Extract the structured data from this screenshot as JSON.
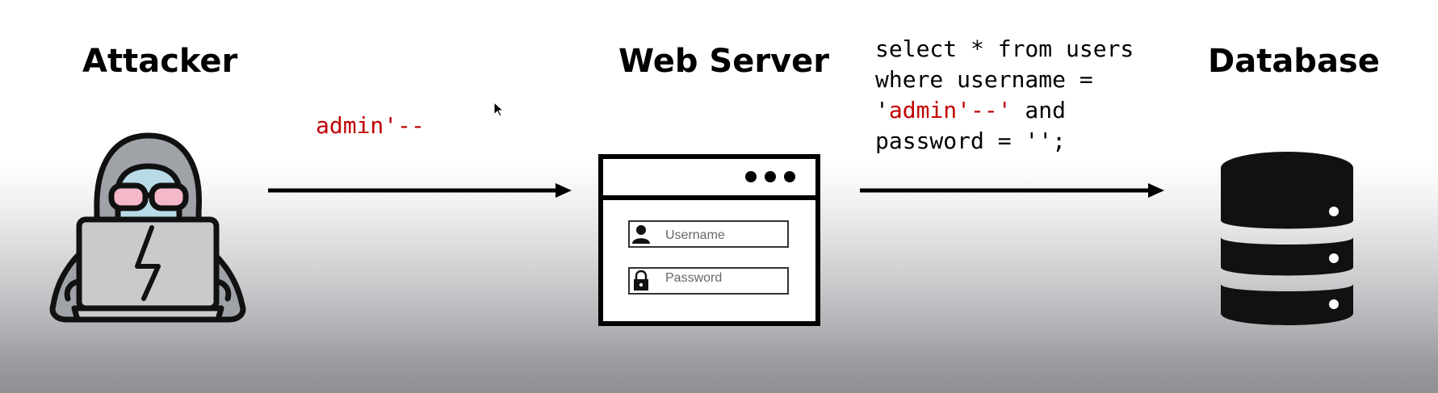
{
  "attacker": {
    "title": "Attacker"
  },
  "web_server": {
    "title": "Web Server",
    "username_placeholder": "Username",
    "password_placeholder": "Password"
  },
  "database": {
    "title": "Database"
  },
  "payload": {
    "text": "admin'--"
  },
  "query": {
    "line1": "select * from users",
    "line2": "where username =",
    "line3_open_quote": "'",
    "line3_injected": "admin'--'",
    "line3_rest": " and",
    "line4": "password = '';"
  },
  "colors": {
    "injection": "#c00000",
    "ink": "#000000",
    "glasses": "#f4b8c8",
    "laptop": "#c9cacc",
    "hood": "#9fa3a8"
  },
  "icons": [
    "hacker-icon",
    "browser-login-icon",
    "database-icon",
    "user-icon",
    "lock-icon",
    "cursor-icon",
    "arrow-icon"
  ]
}
